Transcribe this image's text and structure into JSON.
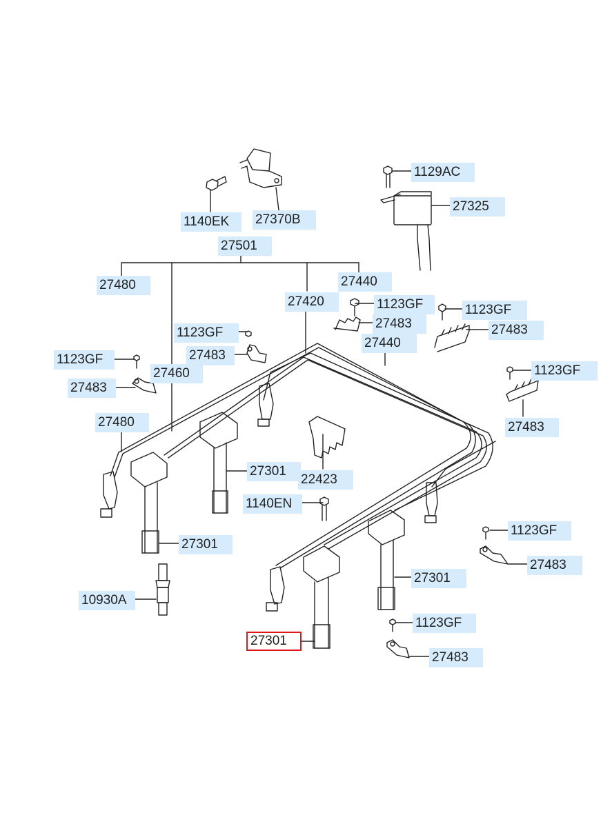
{
  "diagram": {
    "selected_part": "27301",
    "selection_color": "#e0181c",
    "label_background": "#d6ebfb",
    "labels": {
      "p1129AC": "1129AC",
      "p27325": "27325",
      "p1140EK": "1140EK",
      "p27370B": "27370B",
      "p27501": "27501",
      "p27480_top": "27480",
      "p27440_top": "27440",
      "p27420": "27420",
      "p1123GF_a": "1123GF",
      "p27483_a": "27483",
      "p1123GF_b": "1123GF",
      "p27483_b": "27483",
      "p27440_mid": "27440",
      "p1123GF_c": "1123GF",
      "p27483_c": "27483",
      "p1123GF_d": "1123GF",
      "p27460": "27460",
      "p27483_d": "27483",
      "p1123GF_e": "1123GF",
      "p27483_e": "27483",
      "p27480_left": "27480",
      "p27301_a": "27301",
      "p22423": "22423",
      "p1140EN": "1140EN",
      "p27301_b": "27301",
      "p1123GF_f": "1123GF",
      "p27483_f": "27483",
      "p27301_c": "27301",
      "p10930A": "10930A",
      "p1123GF_g": "1123GF",
      "p27301_sel": "27301",
      "p27483_g": "27483"
    }
  }
}
